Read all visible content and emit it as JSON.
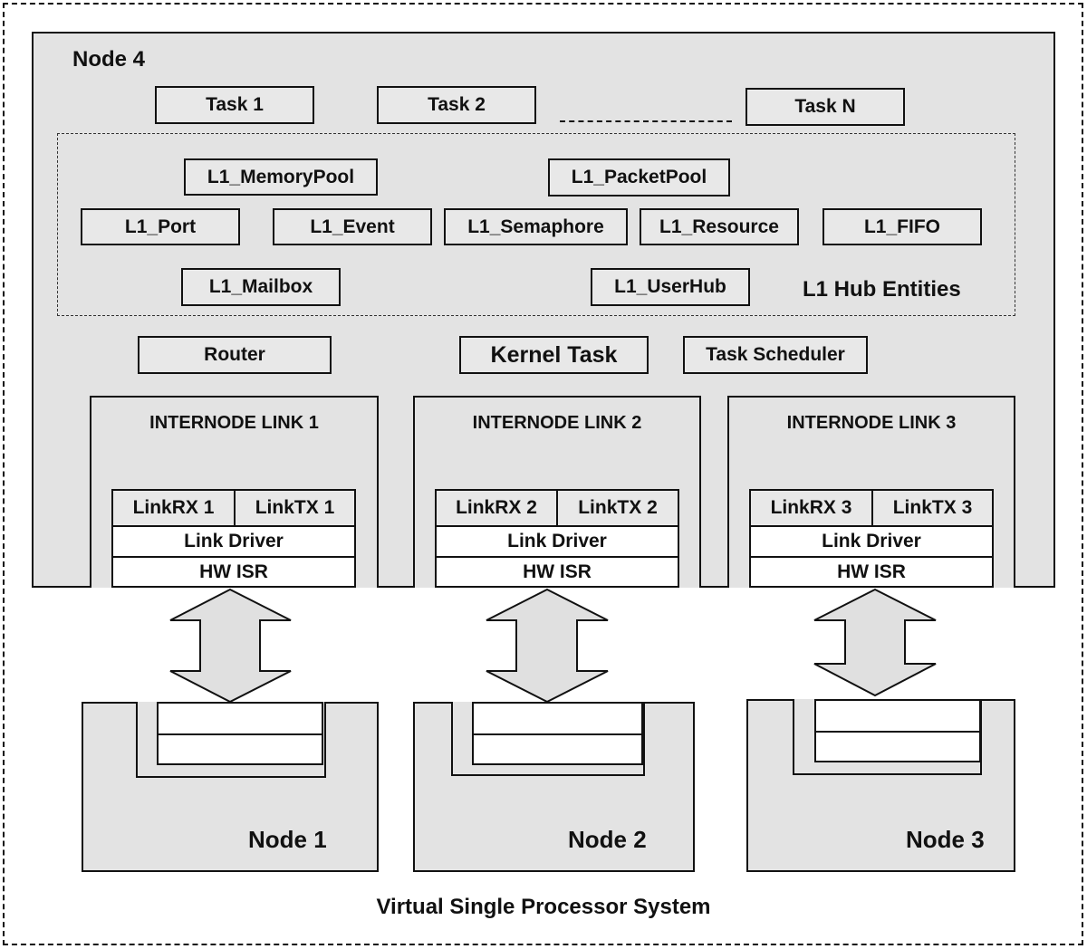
{
  "diagram": {
    "caption": "Virtual Single Processor System",
    "node4": {
      "title": "Node 4",
      "tasks": [
        "Task 1",
        "Task 2",
        "Task N"
      ],
      "hub": {
        "label": "L1 Hub Entities",
        "entities": [
          "L1_MemoryPool",
          "L1_PacketPool",
          "L1_Port",
          "L1_Event",
          "L1_Semaphore",
          "L1_Resource",
          "L1_FIFO",
          "L1_Mailbox",
          "L1_UserHub"
        ]
      },
      "services": [
        "Router",
        "Kernel Task",
        "Task Scheduler"
      ],
      "links": [
        {
          "title": "INTERNODE LINK 1",
          "rx": "LinkRX 1",
          "tx": "LinkTX 1",
          "driver": "Link Driver",
          "isr": "HW ISR"
        },
        {
          "title": "INTERNODE LINK 2",
          "rx": "LinkRX 2",
          "tx": "LinkTX 2",
          "driver": "Link Driver",
          "isr": "HW ISR"
        },
        {
          "title": "INTERNODE LINK 3",
          "rx": "LinkRX 3",
          "tx": "LinkTX 3",
          "driver": "Link Driver",
          "isr": "HW ISR"
        }
      ]
    },
    "nodes": [
      "Node 1",
      "Node 2",
      "Node 3"
    ],
    "colors": {
      "fill": "#e3e3e3",
      "stroke": "#111111",
      "arrow_fill": "#e0e0e0"
    }
  }
}
